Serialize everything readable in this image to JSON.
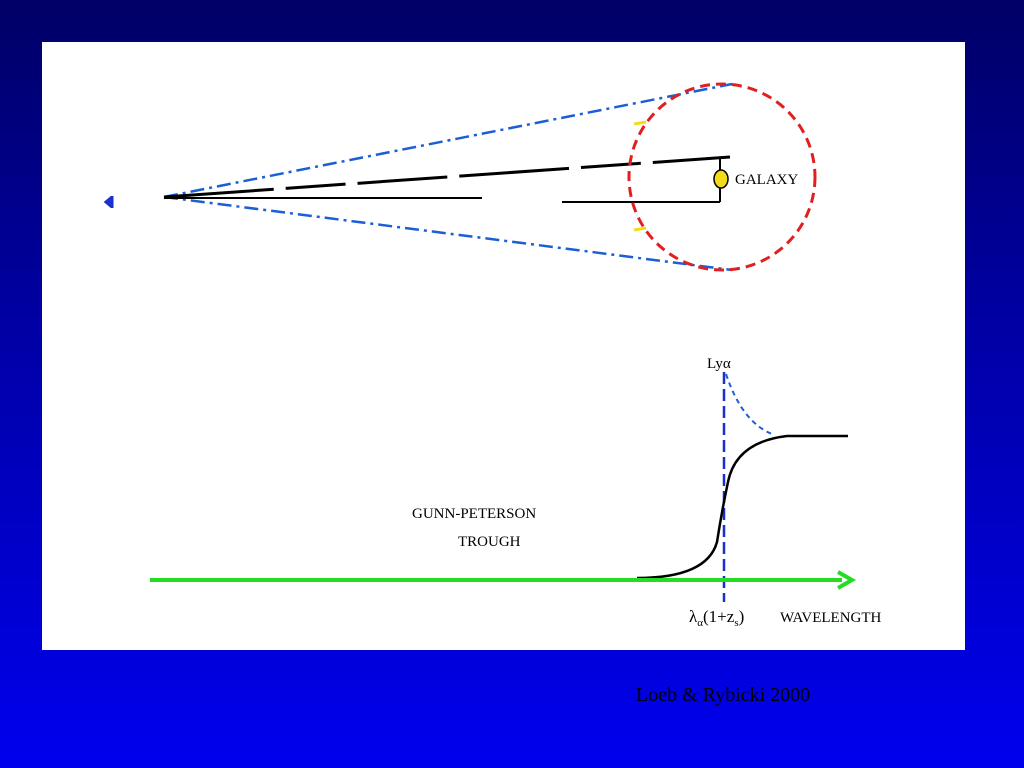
{
  "diagram": {
    "observer_label": "",
    "galaxy_label": "GALAXY",
    "lya_label": "Lyα",
    "trough_label_line1": "GUNN-PETERSON",
    "trough_label_line2": "TROUGH",
    "rest_wavelength_label": "λ",
    "rest_wavelength_subscript": "α",
    "redshift_factor_label": "(1+z",
    "redshift_subscript": "s",
    "redshift_close": ")",
    "axis_label": "WAVELENGTH"
  },
  "citation": "Loeb & Rybicki 2000",
  "colors": {
    "background_top": "#000066",
    "background_bottom": "#0000ee",
    "panel": "#ffffff",
    "cone_lines": "#1a5fd6",
    "bubble": "#e02020",
    "galaxy": "#f2dc1a",
    "axis": "#22dd22",
    "lya_line": "#1a2fcc",
    "spectrum": "#000000"
  }
}
